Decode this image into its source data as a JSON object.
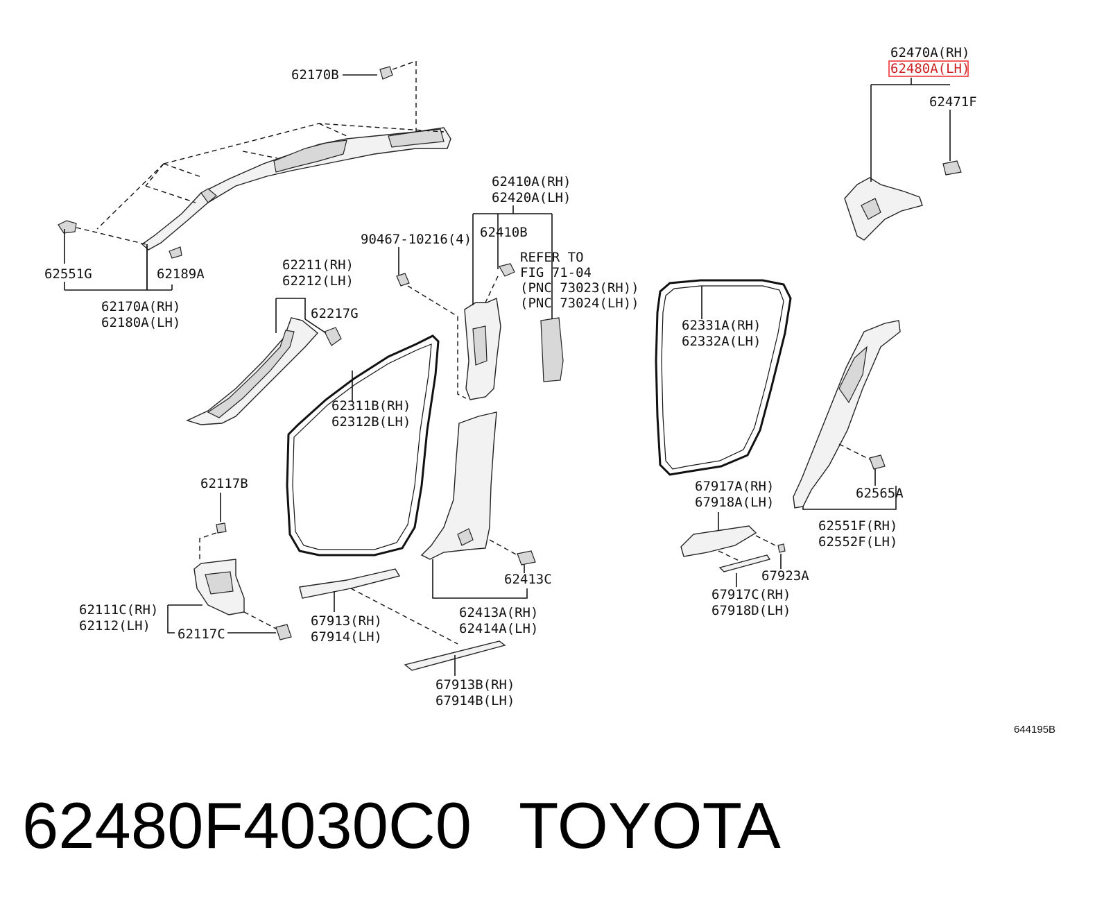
{
  "labels": {
    "l_62170B": "62170B",
    "l_62551G": "62551G",
    "l_62189A": "62189A",
    "l_62170A_rh": "62170A(RH)",
    "l_62180A_lh": "62180A(LH)",
    "l_62211_rh": "62211(RH)",
    "l_62212_lh": "62212(LH)",
    "l_62217G": "62217G",
    "l_90467": "90467-10216(4)",
    "l_62410A_rh": "62410A(RH)",
    "l_62420A_lh": "62420A(LH)",
    "l_62410B": "62410B",
    "l_refer_1": "REFER TO",
    "l_refer_2": "FIG 71-04",
    "l_refer_3": "(PNC 73023(RH))",
    "l_refer_4": "(PNC 73024(LH))",
    "l_62470A_rh": "62470A(RH)",
    "l_62480A_lh": "62480A(LH)",
    "l_62471F": "62471F",
    "l_62331A_rh": "62331A(RH)",
    "l_62332A_lh": "62332A(LH)",
    "l_62311B_rh": "62311B(RH)",
    "l_62312B_lh": "62312B(LH)",
    "l_62117B": "62117B",
    "l_62111C_rh": "62111C(RH)",
    "l_62112_lh": "62112(LH)",
    "l_62117C": "62117C",
    "l_67913_rh": "67913(RH)",
    "l_67914_lh": "67914(LH)",
    "l_62413C": "62413C",
    "l_62413A_rh": "62413A(RH)",
    "l_62414A_lh": "62414A(LH)",
    "l_67913B_rh": "67913B(RH)",
    "l_67914B_lh": "67914B(LH)",
    "l_67917A_rh": "67917A(RH)",
    "l_67918A_lh": "67918A(LH)",
    "l_67923A": "67923A",
    "l_67917C_rh": "67917C(RH)",
    "l_67918D_lh": "67918D(LH)",
    "l_62565A": "62565A",
    "l_62551F_rh": "62551F(RH)",
    "l_62552F_lh": "62552F(LH)",
    "figure_code": "644195B"
  },
  "caption": {
    "part_number": "62480F4030C0",
    "brand": "TOYOTA"
  },
  "highlight": {
    "label": "62480A(LH)",
    "color": "#e33333"
  }
}
